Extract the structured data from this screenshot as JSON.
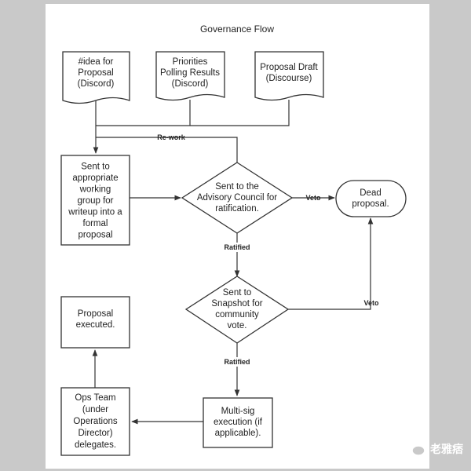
{
  "title": "Governance Flow",
  "colors": {
    "stroke": "#333333",
    "fill": "#ffffff",
    "background": "#c9c9c9"
  },
  "nodes": {
    "idea": [
      "#idea for",
      "Proposal",
      "(Discord)"
    ],
    "priorities": [
      "Priorities",
      "Polling Results",
      "(Discord)"
    ],
    "draft": [
      "Proposal Draft",
      "(Discourse)"
    ],
    "working_group": [
      "Sent to",
      "appropriate",
      "working",
      "group for",
      "writeup into a",
      "formal",
      "proposal"
    ],
    "advisory": [
      "Sent to the",
      "Advisory Council for",
      "ratification."
    ],
    "dead": [
      "Dead",
      "proposal."
    ],
    "snapshot": [
      "Sent to",
      "Snapshot for",
      "community",
      "vote."
    ],
    "executed": [
      "Proposal",
      "executed."
    ],
    "multisig": [
      "Multi-sig",
      "execution (if",
      "applicable)."
    ],
    "ops": [
      "Ops Team",
      "(under",
      "Operations",
      "Director)",
      "delegates."
    ]
  },
  "edge_labels": {
    "rework": "Re-work",
    "veto_advisory": "Veto",
    "ratified_advisory": "Ratified",
    "veto_snapshot": "Veto",
    "ratified_snapshot": "Ratified"
  },
  "watermark": {
    "text": "老雅痞",
    "icon": "wechat-icon"
  }
}
